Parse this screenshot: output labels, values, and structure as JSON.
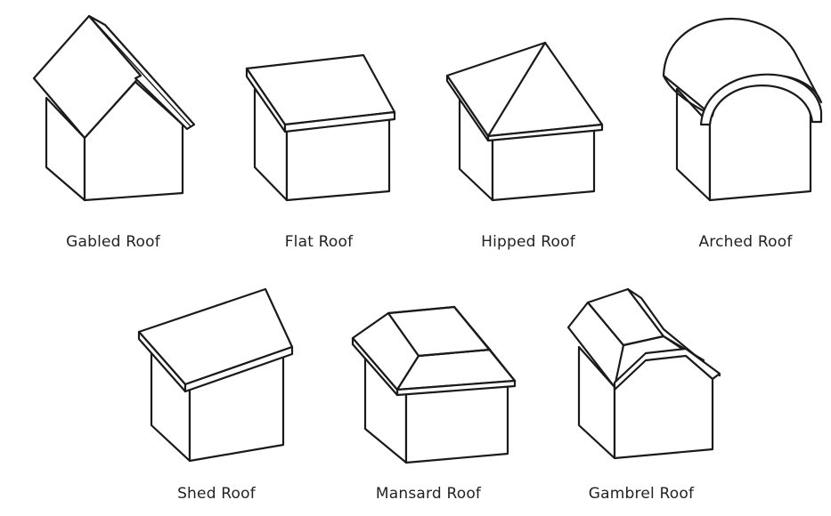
{
  "roofs": [
    {
      "id": "gabled",
      "label": "Gabled Roof"
    },
    {
      "id": "flat",
      "label": "Flat Roof"
    },
    {
      "id": "hipped",
      "label": "Hipped Roof"
    },
    {
      "id": "arched",
      "label": "Arched Roof"
    },
    {
      "id": "shed",
      "label": "Shed Roof"
    },
    {
      "id": "mansard",
      "label": "Mansard Roof"
    },
    {
      "id": "gambrel",
      "label": "Gambrel Roof"
    }
  ],
  "colors": {
    "ink": "#1a1a1a",
    "background": "#ffffff"
  }
}
